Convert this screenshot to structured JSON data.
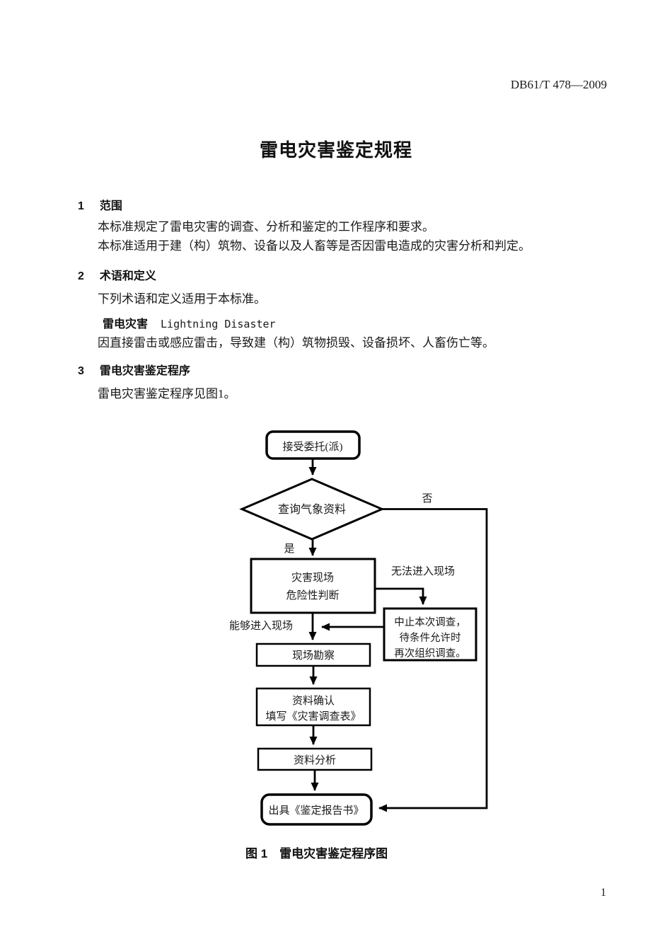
{
  "page": {
    "header_code": "DB61/T 478—2009",
    "title": "雷电灾害鉴定规程",
    "page_number": "1"
  },
  "sections": {
    "s1": {
      "number": "1",
      "heading": "范围",
      "p1": "本标准规定了雷电灾害的调查、分析和鉴定的工作程序和要求。",
      "p2": "本标准适用于建（构）筑物、设备以及人畜等是否因雷电造成的灾害分析和判定。"
    },
    "s2": {
      "number": "2",
      "heading": "术语和定义",
      "intro": "下列术语和定义适用于本标准。",
      "term_cn": "雷电灾害",
      "term_en": "Lightning Disaster",
      "definition": "因直接雷击或感应雷击，导致建（构）筑物损毁、设备损坏、人畜伤亡等。"
    },
    "s3": {
      "number": "3",
      "heading": "雷电灾害鉴定程序",
      "p1": "雷电灾害鉴定程序见图1。"
    }
  },
  "flowchart": {
    "nodes": {
      "start": "接受委托(派)",
      "decision": "查询气象资料",
      "hazard1": "灾害现场",
      "hazard2": "危险性判断",
      "suspend1": "中止本次调查，",
      "suspend2": "待条件允许时",
      "suspend3": "再次组织调查。",
      "survey": "现场勘察",
      "confirm1": "资料确认",
      "confirm2": "填写《灾害调查表》",
      "analysis": "资料分析",
      "report": "出具《鉴定报告书》"
    },
    "labels": {
      "yes": "是",
      "no": "否",
      "cannot_enter": "无法进入现场",
      "can_enter": "能够进入现场"
    },
    "caption": "图 1　雷电灾害鉴定程序图"
  }
}
